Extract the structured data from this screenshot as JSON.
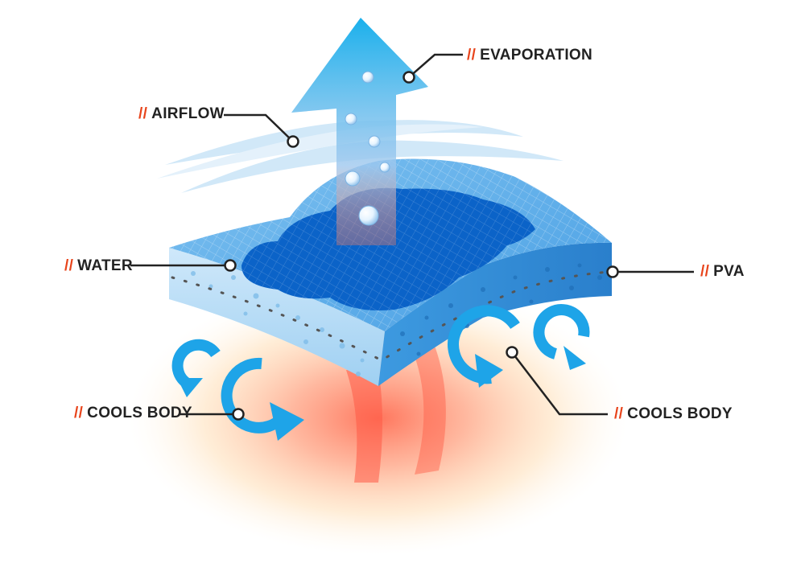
{
  "labels": {
    "prefix": "//",
    "evaporation": "EVAPORATION",
    "airflow": "AIRFLOW",
    "water": "WATER",
    "pva": "PVA",
    "cools_body_left": "COOLS BODY",
    "cools_body_right": "COOLS BODY"
  },
  "colors": {
    "prefix_accent": "#e8441b",
    "label_text": "#222222",
    "arrow_blue": "#1fa3e6",
    "water_blue": "#0a62c9",
    "pad_blue": "#2f8fd8",
    "pad_light": "#b4dcf6",
    "heat": "#ff7a5c"
  },
  "icons": {
    "evaporation_arrow": "up-arrow-icon",
    "cooling_arrows": "circular-arrow-icon",
    "bubbles": "bubble-icon"
  }
}
